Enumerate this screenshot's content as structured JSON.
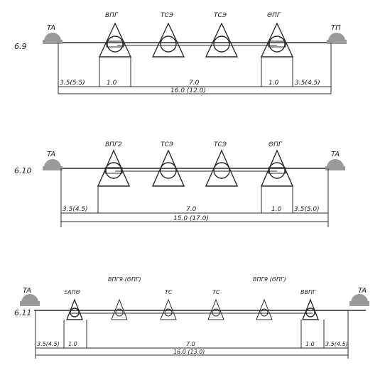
{
  "diagrams": [
    {
      "row_label": "6.9",
      "labels": [
        "TA",
        "ΒΠΓ",
        "ΤСЭ",
        "ΤСЭ",
        "ΘΠΓ",
        "ТП"
      ],
      "dims": [
        "3.5(5.5)",
        "1.0",
        "7.0",
        "1.0",
        "3.5(4.5)"
      ],
      "total": "16.0 (12.0)"
    },
    {
      "row_label": "6.10",
      "labels": [
        "TA",
        "ΒΠΓ2",
        "ΤСЭ",
        "ΤСЭ",
        "ΘΠΓ",
        "TA"
      ],
      "dims": [
        "3.5(4.5)",
        "7.0",
        "1.0",
        "3.5(5.0)"
      ],
      "total": "15.0 (17.0)"
    },
    {
      "row_label": "6.11",
      "labels": [
        "TA",
        "ΞΑΠΘ",
        "ΒΠΓ9 (ΘΠΓ)",
        "ΤС",
        "ΤС",
        "ΒΠΓ9 (ΘΠΓ)",
        "ΒΒΠΓ",
        "TA"
      ],
      "dims": [
        "3.5(4.5)",
        "1.0",
        "7.0",
        "1.0",
        "3.5(4.5)"
      ],
      "total": "16.0 (13.0)"
    }
  ]
}
